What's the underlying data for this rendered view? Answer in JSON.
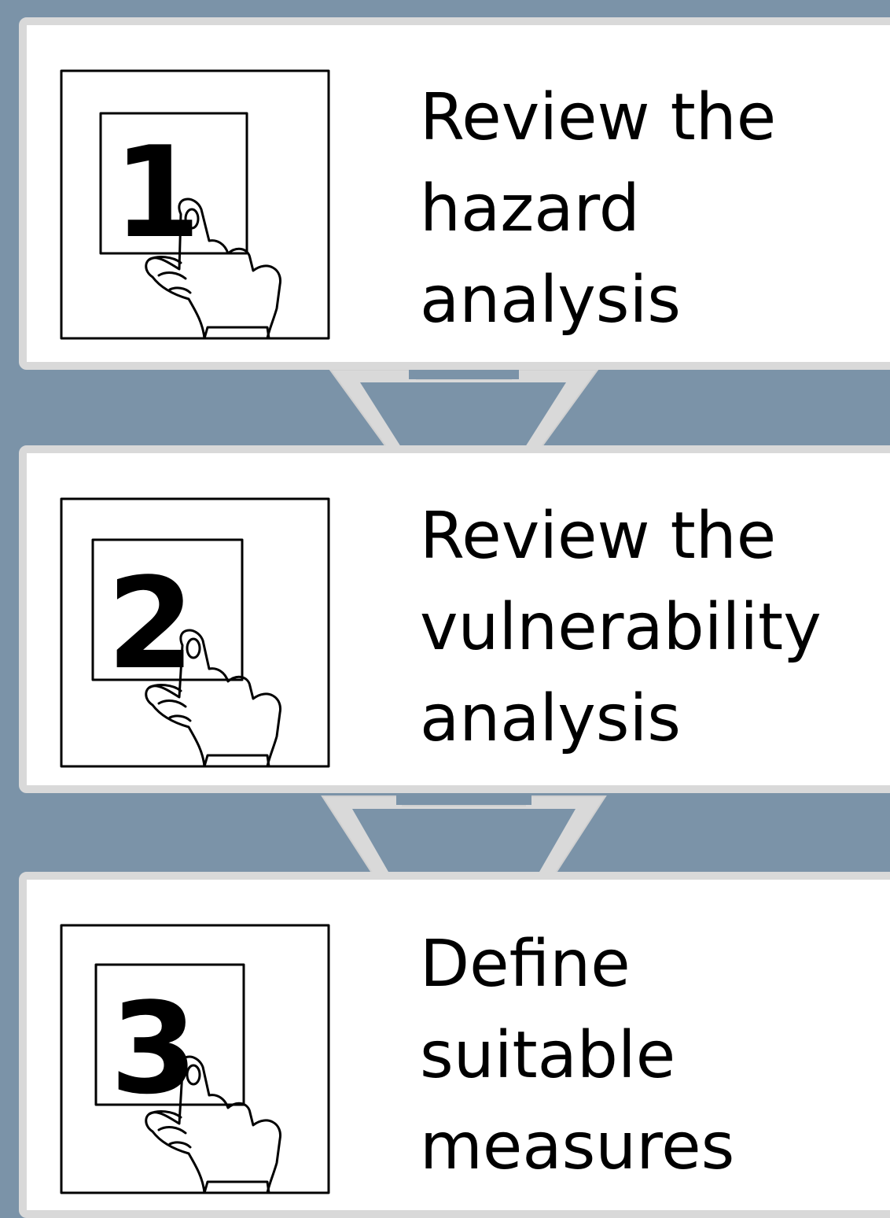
{
  "steps": [
    {
      "number": "1",
      "lines": [
        "Review the",
        "hazard",
        "analysis"
      ],
      "icon": "hand-holding-card-1-icon"
    },
    {
      "number": "2",
      "lines": [
        "Review the",
        "vulnerability",
        "analysis"
      ],
      "icon": "hand-holding-card-2-icon"
    },
    {
      "number": "3",
      "lines": [
        "Define",
        "suitable",
        "measures"
      ],
      "icon": "hand-holding-card-3-icon"
    }
  ],
  "colors": {
    "background": "#7b93a8",
    "panel": "#ffffff",
    "panel_border": "#d9d9d9",
    "arrow": "#d9d9d9",
    "text": "#000000"
  }
}
